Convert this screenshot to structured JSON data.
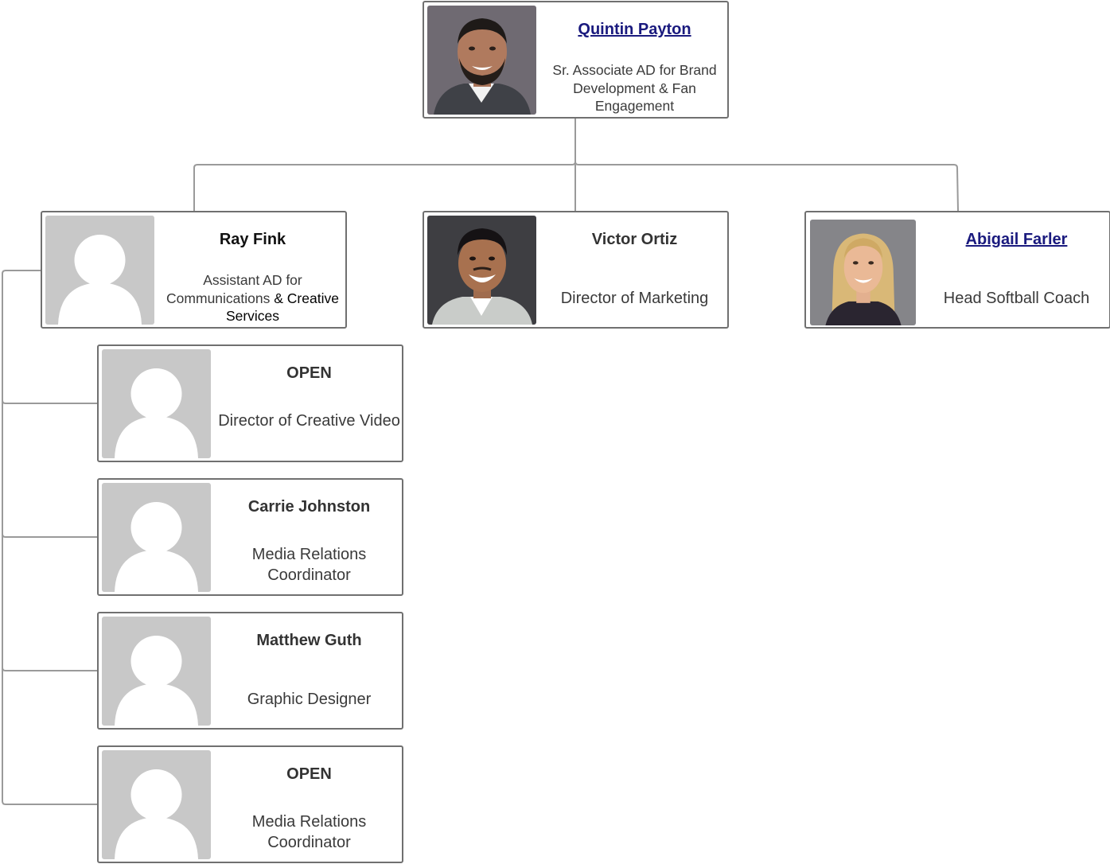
{
  "org": {
    "top": {
      "name": "Quintin Payton",
      "title": "Sr. Associate AD for Brand Development & Fan Engagement",
      "photo": "headshot-man-beard-icon"
    },
    "reports": [
      {
        "name": "Ray Fink",
        "title_part1": "Assistant AD for Communications",
        "title_amp": " & ",
        "title_part2": "Creative Services",
        "photo": "placeholder-avatar-icon"
      },
      {
        "name": "Victor Ortiz",
        "title": "Director of Marketing",
        "photo": "headshot-man-smiling-icon"
      },
      {
        "name": "Abigail Farler",
        "title": "Head Softball Coach",
        "photo": "headshot-woman-blonde-icon"
      }
    ],
    "ray_team": [
      {
        "name": "OPEN",
        "title": "Director of Creative Video",
        "photo": "placeholder-avatar-icon"
      },
      {
        "name": "Carrie Johnston",
        "title": "Media Relations Coordinator",
        "photo": "placeholder-avatar-icon"
      },
      {
        "name": "Matthew Guth",
        "title": "Graphic Designer",
        "photo": "placeholder-avatar-icon"
      },
      {
        "name": "OPEN",
        "title": "Media Relations Coordinator",
        "photo": "placeholder-avatar-icon"
      }
    ]
  },
  "colors": {
    "card_border": "#707070",
    "connector": "#9a9a9a",
    "link_name": "#1a1a7e",
    "placeholder_bg": "#c8c8c8",
    "placeholder_figure": "#ffffff"
  }
}
